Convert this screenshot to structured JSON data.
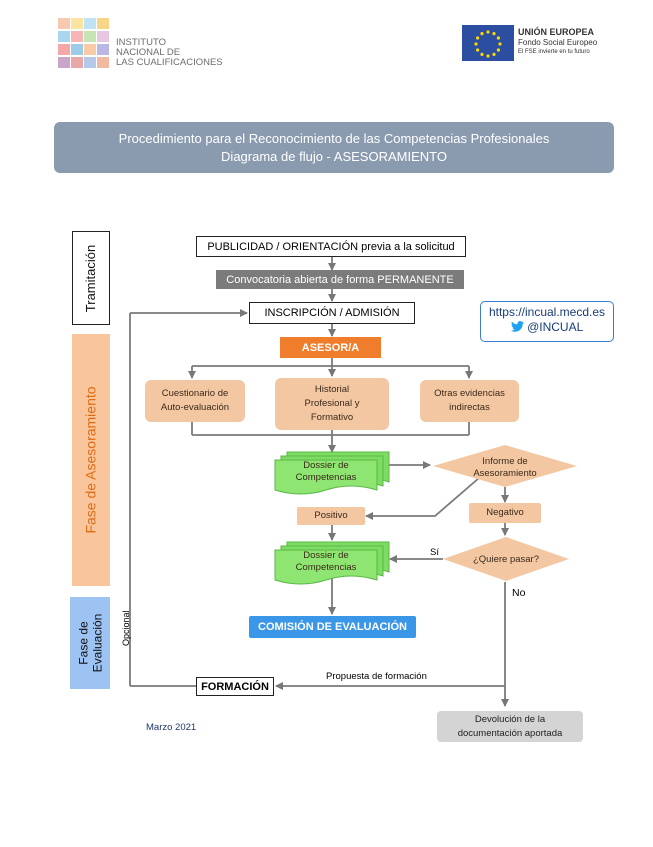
{
  "header": {
    "institute_lines": [
      "INSTITUTO",
      "NACIONAL DE",
      "LAS CUALIFICACIONES"
    ],
    "eu_title": "UNIÓN EUROPEA",
    "eu_fund": "Fondo Social Europeo",
    "eu_tagline": "El FSE invierte en tu futuro"
  },
  "title": {
    "line1": "Procedimiento para el Reconocimiento de las Competencias Profesionales",
    "line2": "Diagrama de flujo  -  ASESORAMIENTO"
  },
  "phases": {
    "tramitacion": "Tramitación",
    "asesoramiento": "Fase de Asesoramiento",
    "evaluacion_line1": "Fase de",
    "evaluacion_line2": "Evaluación"
  },
  "nodes": {
    "publicidad": "PUBLICIDAD / ORIENTACIÓN previa a la solicitud",
    "convocatoria": "Convocatoria abierta de forma PERMANENTE",
    "inscripcion": "INSCRIPCIÓN / ADMISIÓN",
    "asesor": "ASESOR/A",
    "cuestionario_l1": "Cuestionario de",
    "cuestionario_l2": "Auto-evaluación",
    "historial_l1": "Historial",
    "historial_l2": "Profesional y",
    "historial_l3": "Formativo",
    "otras_l1": "Otras evidencias",
    "otras_l2": "indirectas",
    "dossier1_l1": "Dossier de",
    "dossier1_l2": "Competencias",
    "informe_l1": "Informe de",
    "informe_l2": "Asesoramiento",
    "positivo": "Positivo",
    "negativo": "Negativo",
    "dossier2_l1": "Dossier de",
    "dossier2_l2": "Competencias",
    "quiere": "¿Quiere pasar?",
    "comision": "COMISIÓN DE EVALUACIÓN",
    "formacion": "FORMACIÓN",
    "devolucion_l1": "Devolución de la",
    "devolucion_l2": "documentación aportada"
  },
  "labels": {
    "si": "Sí",
    "no": "No",
    "propuesta": "Propuesta de formación",
    "opcional": "Opcional"
  },
  "contact": {
    "url": "https://incual.mecd.es",
    "twitter": "@INCUAL"
  },
  "footer": {
    "date": "Marzo 2021"
  },
  "colors": {
    "title_bar": "#8a9bb0",
    "orange_light": "#f4c7a3",
    "orange_strong": "#ef7d2c",
    "green": "#7ddc63",
    "blue": "#3a97e8",
    "phase_blue": "#9dc3f2",
    "eu_blue": "#2b4ea0"
  }
}
